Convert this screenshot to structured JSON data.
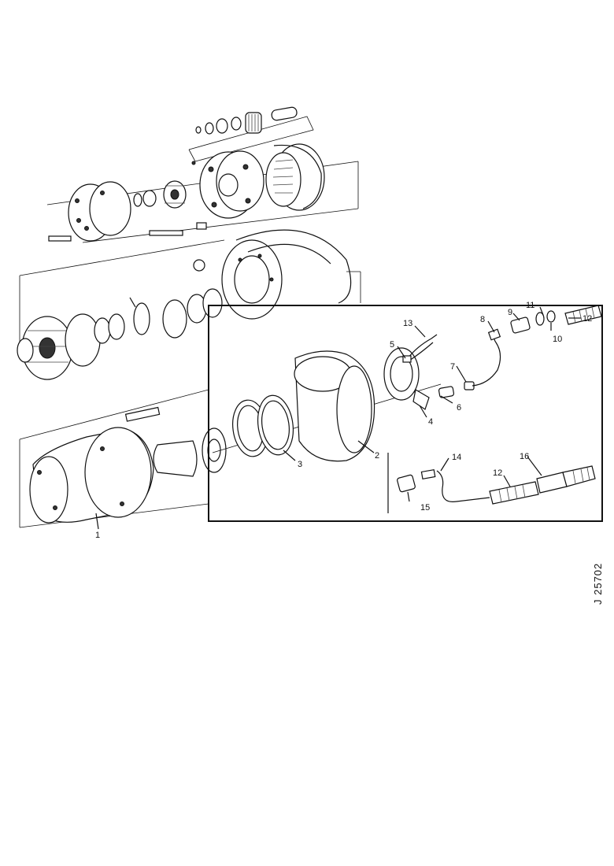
{
  "diagram": {
    "colors": {
      "ink": "#111111",
      "paper": "#ffffff"
    },
    "callouts": {
      "c1": "1",
      "c2": "2",
      "c3": "3",
      "c4": "4",
      "c5": "5",
      "c6": "6",
      "c7": "7",
      "c8": "8",
      "c9": "9",
      "c10": "10",
      "c11": "11",
      "c12a": "12",
      "c12b": "12",
      "c13": "13",
      "c14": "14",
      "c15": "15",
      "c16": "16"
    },
    "reference_code": "J 25702"
  }
}
